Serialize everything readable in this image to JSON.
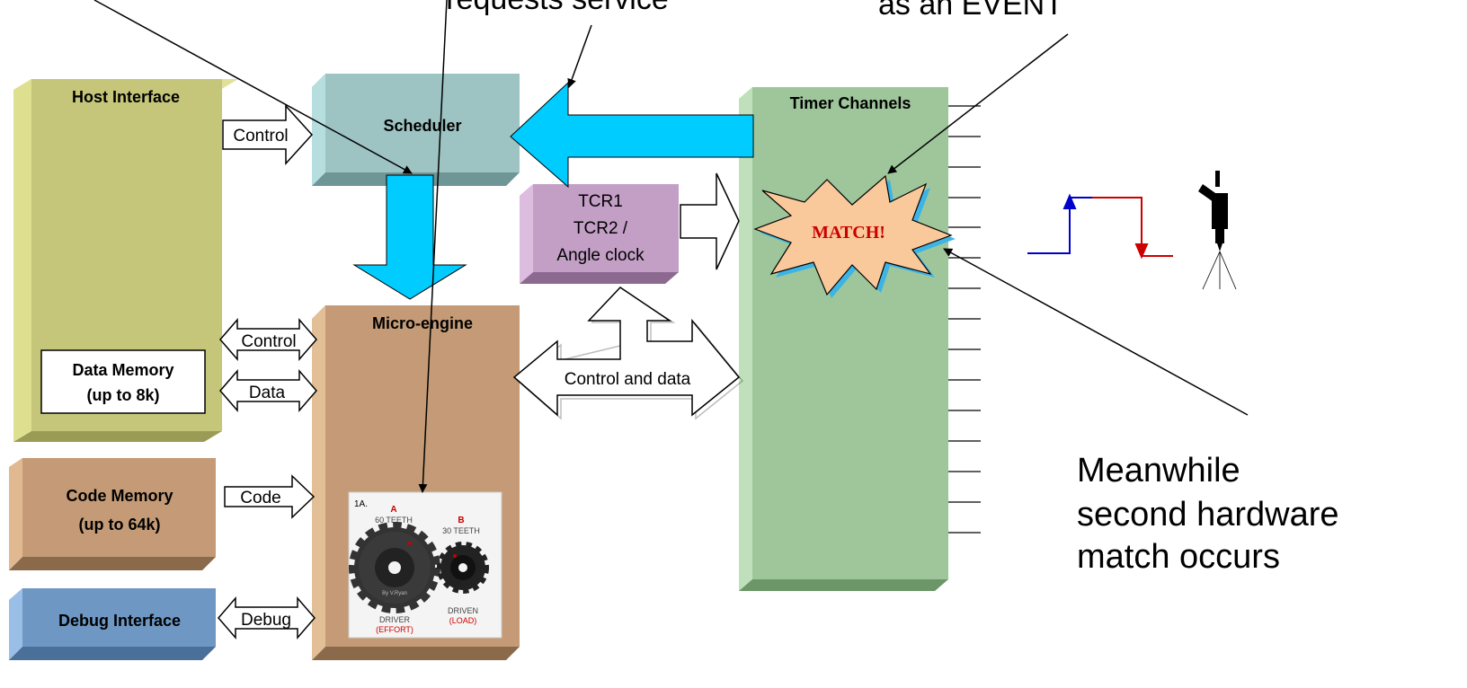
{
  "callouts": {
    "top_center": "requests service",
    "top_right": "as an EVENT",
    "bottom_right_line1": "Meanwhile",
    "bottom_right_line2": "second hardware",
    "bottom_right_line3": "match occurs"
  },
  "blocks": {
    "host_interface": "Host Interface",
    "scheduler": "Scheduler",
    "timer_channels": "Timer Channels",
    "tcr1": "TCR1",
    "tcr2": "TCR2 /",
    "angle_clock": "Angle clock",
    "micro_engine": "Micro-engine",
    "data_memory_line1": "Data Memory",
    "data_memory_line2": "(up to 8k)",
    "code_memory_line1": "Code Memory",
    "code_memory_line2": "(up to 64k)",
    "debug_interface": "Debug Interface"
  },
  "arrows": {
    "control_host_sched": "Control",
    "control_micro": "Control",
    "data": "Data",
    "code": "Code",
    "debug": "Debug",
    "control_and_data": "Control and data"
  },
  "match_burst": "MATCH!",
  "gears_card": {
    "tag": "1A.",
    "driver_letter": "A",
    "driver_teeth": "60 TEETH",
    "driven_letter": "B",
    "driven_teeth": "30 TEETH",
    "driver_label": "DRIVER",
    "driver_sub": "(EFFORT)",
    "driven_label": "DRIVEN",
    "driven_sub": "(LOAD)",
    "credit": "By V.Ryan"
  },
  "colors": {
    "host_interface": "#c5c67a",
    "scheduler": "#9ec3c3",
    "timer_channels": "#9fc69b",
    "tcr": "#c39fc6",
    "micro_engine": "#c49b76",
    "code_memory": "#c49b76",
    "debug_interface": "#6e97c4",
    "service_arrow": "#00ccff",
    "burst": "#f9c89b",
    "red_text": "#cc0000"
  }
}
